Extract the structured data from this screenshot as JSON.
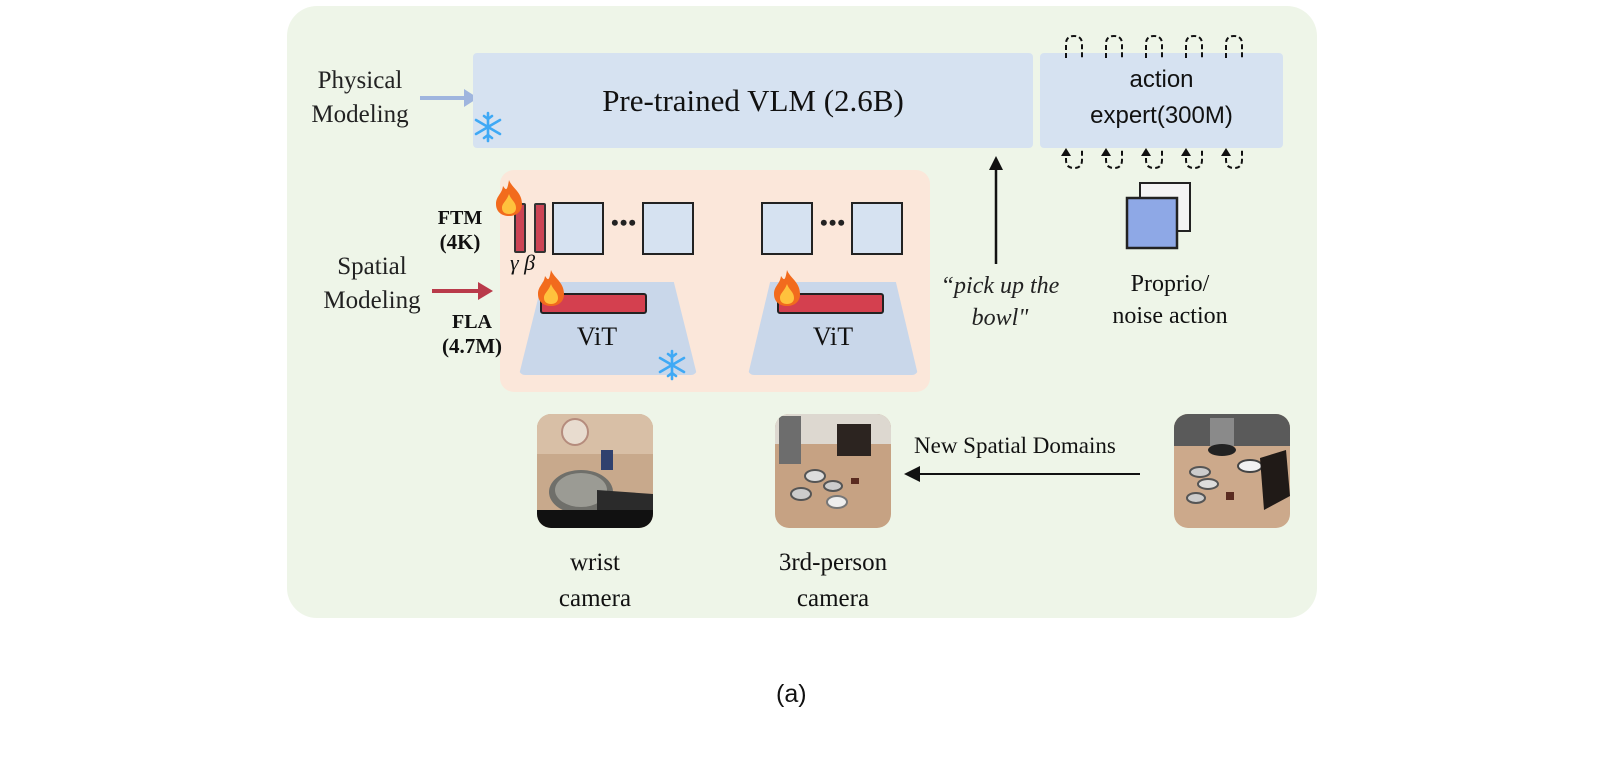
{
  "labels": {
    "physical_modeling": [
      "Physical",
      "Modeling"
    ],
    "spatial_modeling": [
      "Spatial",
      "Modeling"
    ],
    "vlm": "Pre-trained VLM (2.6B)",
    "action_expert": [
      "action",
      "expert(300M)"
    ],
    "ftm": "FTM",
    "ftm_params": "(4K)",
    "fla": "FLA",
    "fla_params": "(4.7M)",
    "gamma": "γ",
    "beta": "β",
    "dots": "•••",
    "vit": "ViT",
    "instruction": [
      "“pick up the",
      "bowl\""
    ],
    "proprio": [
      "Proprio/",
      "noise action"
    ],
    "new_domains": "New Spatial Domains",
    "wrist_camera": [
      "wrist",
      "camera"
    ],
    "third_person_camera": [
      "3rd-person",
      "camera"
    ],
    "figure_label": "(a)"
  },
  "icons": {
    "frozen": "snowflake-icon",
    "trainable": "flame-icon"
  },
  "colors": {
    "panel": "#eef5e8",
    "vlm_box": "#d6e2f1",
    "spatial_region": "#fbe7da",
    "film_red": "#cc4455",
    "physical_arrow": "#9fb5de",
    "spatial_arrow": "#b93a4a"
  }
}
